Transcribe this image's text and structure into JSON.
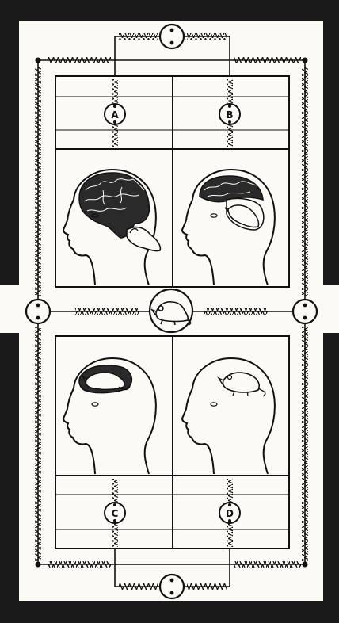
{
  "figure": {
    "colors": {
      "border": "#1a1a1a",
      "paper": "#fbfaf7",
      "ink": "#111111",
      "brain": "#2a2a2a"
    },
    "panels": [
      {
        "id": "A",
        "label": "A",
        "scene": "head-with-full-brain-and-rat"
      },
      {
        "id": "B",
        "label": "B",
        "scene": "head-with-rat-curled-in-brain"
      },
      {
        "id": "C",
        "label": "C",
        "scene": "head-with-rat-in-small-cavity"
      },
      {
        "id": "D",
        "label": "D",
        "scene": "empty-head-with-rat"
      }
    ],
    "center_node": {
      "icon": "rat-icon"
    },
    "terminals": [
      {
        "id": "top",
        "icon": "terminal-icon"
      },
      {
        "id": "left",
        "icon": "terminal-icon"
      },
      {
        "id": "right",
        "icon": "terminal-icon"
      },
      {
        "id": "bottom",
        "icon": "terminal-icon"
      }
    ]
  }
}
